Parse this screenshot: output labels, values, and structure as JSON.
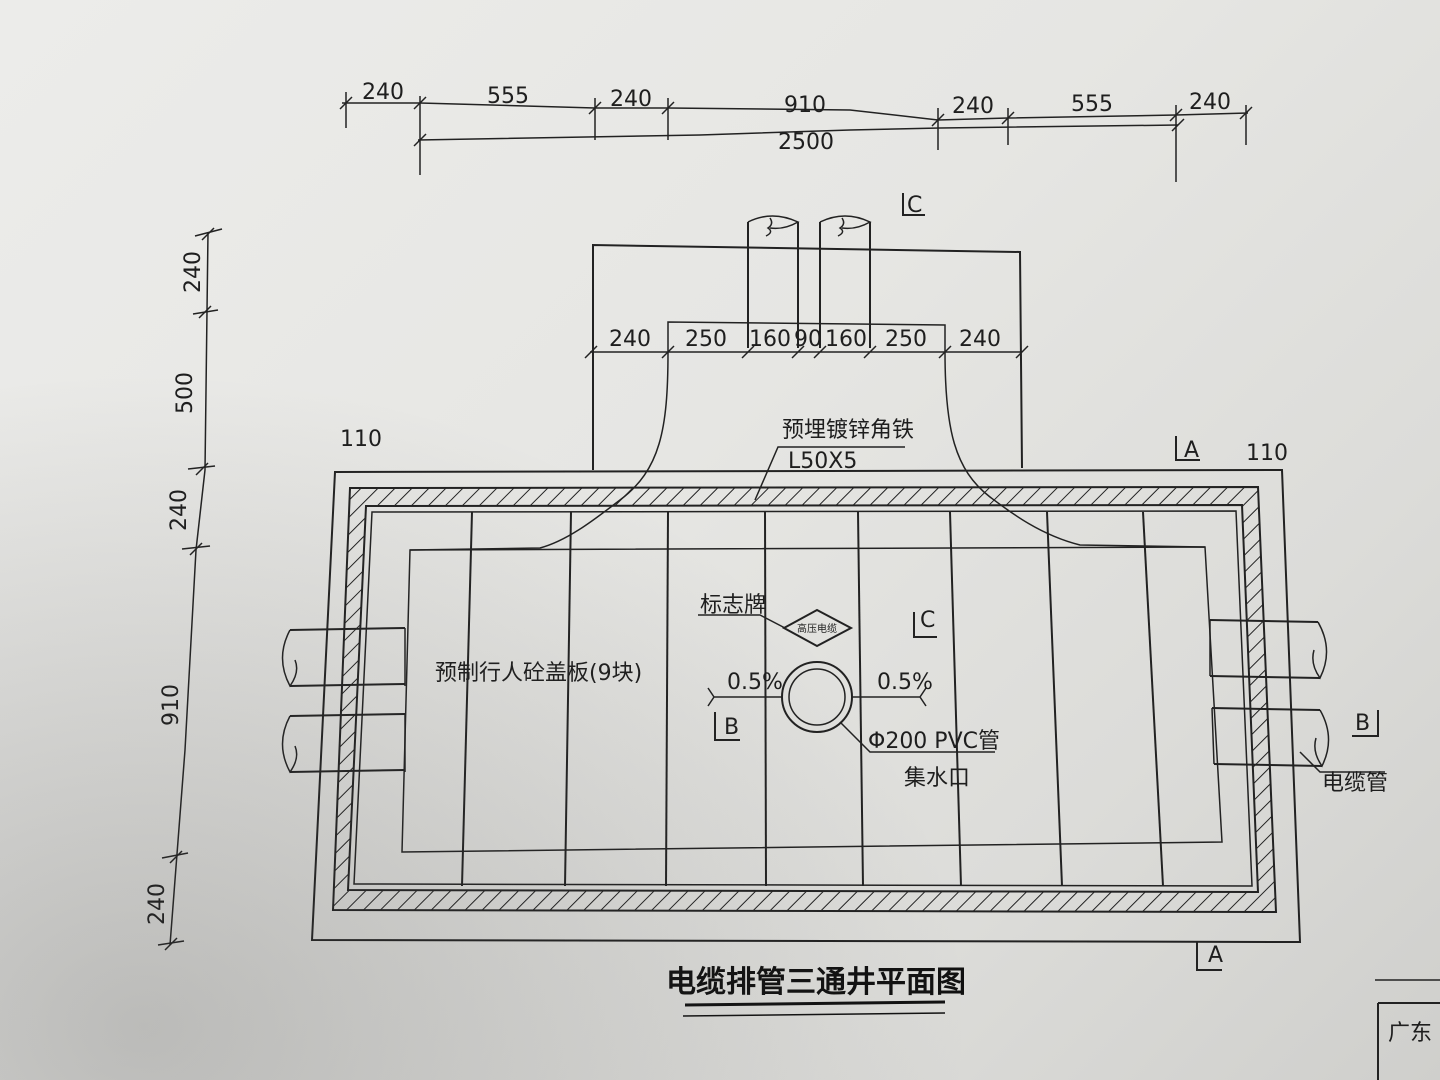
{
  "dimensions": {
    "top_row": [
      "240",
      "555",
      "240",
      "910",
      "240",
      "555",
      "240"
    ],
    "top_total": "2500",
    "branch_row": [
      "240",
      "250",
      "160",
      "90",
      "160",
      "250",
      "240"
    ],
    "left_col": [
      "240",
      "500",
      "240",
      "910",
      "240"
    ]
  },
  "labels": {
    "angle_iron": "预埋镀锌角铁",
    "angle_iron_spec": "L50X5",
    "sign": "标志牌",
    "sign_plate": "高压电缆",
    "cover_slab": "预制行人砼盖板(9块)",
    "slope_left": "0.5%",
    "slope_right": "0.5%",
    "pvc_pipe": "Φ200 PVC管",
    "sump": "集水口",
    "cable_duct": "电缆管",
    "corner_left": "110",
    "corner_right": "110",
    "corner_tag": "广东"
  },
  "section_marks": {
    "a_top": "A",
    "a_bottom": "A",
    "b_left": "B",
    "b_right": "B",
    "c_top": "C",
    "c_mid": "C"
  },
  "title": "电缆排管三通井平面图"
}
